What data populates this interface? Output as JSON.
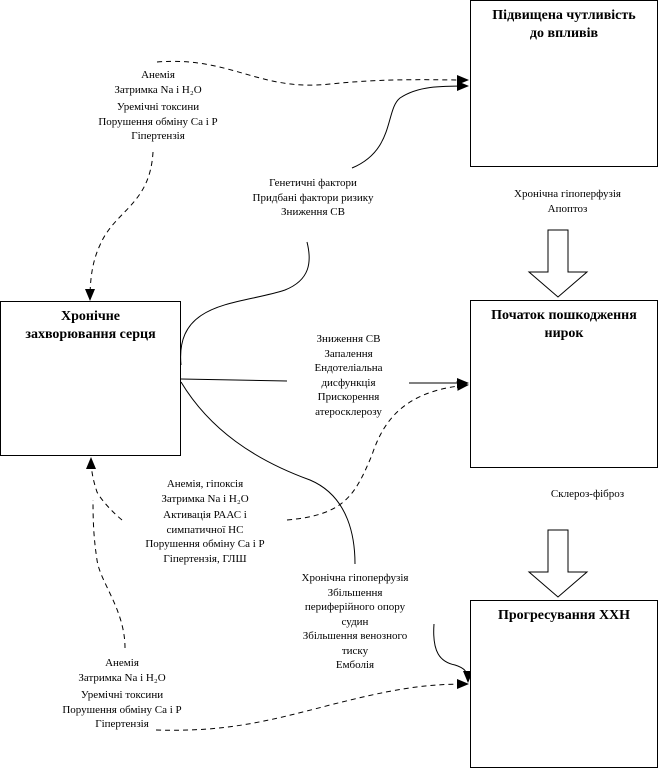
{
  "boxes": {
    "sensitivity": {
      "title_lines": [
        "Підвищена чутливість",
        "до впливів"
      ]
    },
    "heart": {
      "title_lines": [
        "Хронічне",
        "захворювання серця"
      ]
    },
    "kidney": {
      "title_lines": [
        "Початок пошкодження",
        "нирок"
      ]
    },
    "ckd": {
      "title_lines": [
        "Прогресування ХХН"
      ]
    }
  },
  "labels": {
    "top_left": [
      "Анемія",
      "Затримка Na і H₂O",
      "Уремічні токсини",
      "Порушення обміну Ca і P",
      "Гіпертензія"
    ],
    "genetic": [
      "Генетичні фактори",
      "Придбані фактори ризику",
      "Зниження СВ"
    ],
    "hypoperfusion_top": [
      "Хронічна гіпоперфузія",
      "Апоптоз"
    ],
    "middle": [
      "Зниження СВ",
      "Запалення",
      "Ендотеліальна",
      "дисфункція",
      "Прискорення",
      "атеросклерозу"
    ],
    "anemia_mid": [
      "Анемія, гіпоксія",
      "Затримка Na і H₂O",
      "Активація РААС і",
      "симпатичної НС",
      "Порушення обміну Ca і P",
      "Гіпертензія, ГЛШ"
    ],
    "sclerosis": [
      "Склероз-фіброз"
    ],
    "chronic_bottom": [
      "Хронічна гіпоперфузія",
      "Збільшення",
      "периферійного опору",
      "судин",
      "Збільшення венозного",
      "тиску",
      "Емболія"
    ],
    "bottom_left": [
      "Анемія",
      "Затримка Na і H₂O",
      "Уремічні токсини",
      "Порушення обміну Ca і P",
      "Гіпертензія"
    ]
  }
}
